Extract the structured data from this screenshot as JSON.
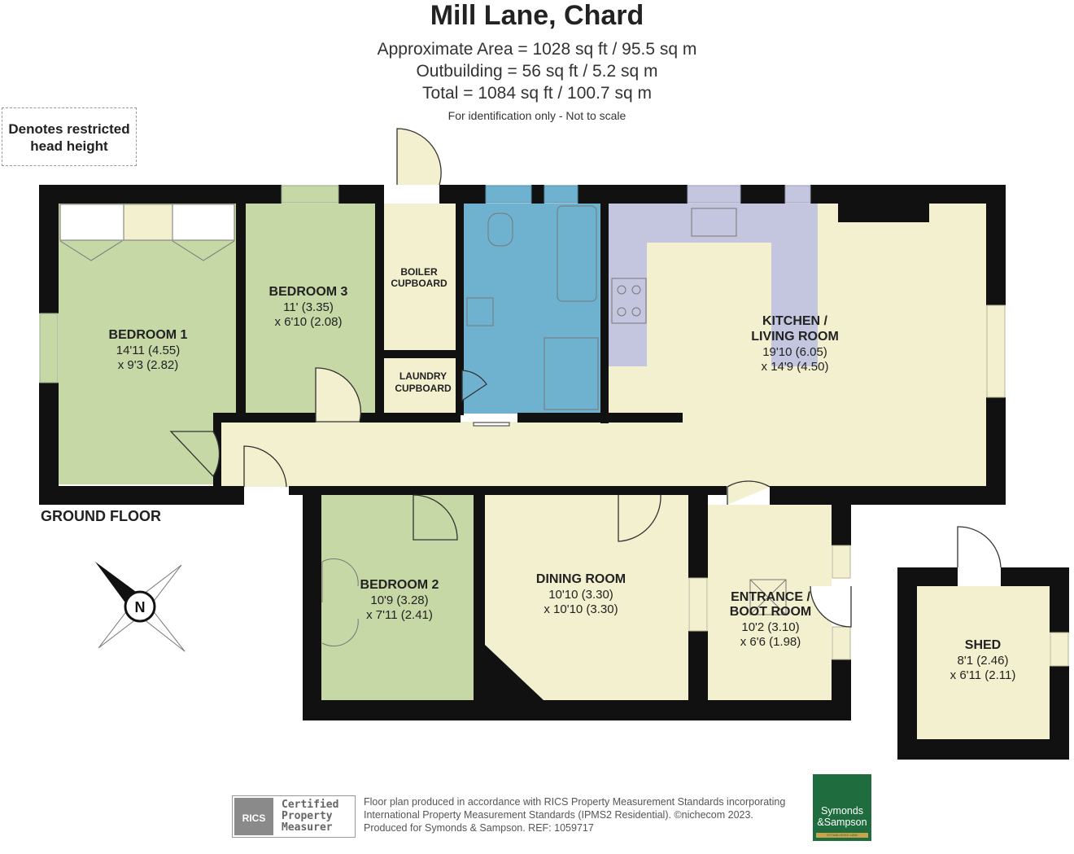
{
  "header": {
    "title": "Mill Lane, Chard",
    "area_lines": [
      "Approximate Area = 1028 sq ft / 95.5 sq m",
      "Outbuilding = 56 sq ft / 5.2 sq m",
      "Total = 1084 sq ft / 100.7 sq m"
    ],
    "note": "For identification only - Not to scale"
  },
  "legend": {
    "line1": "Denotes restricted",
    "line2": "head height"
  },
  "floor_label": "GROUND FLOOR",
  "rooms": {
    "bedroom1": {
      "name": "BEDROOM 1",
      "dim1": "14'11 (4.55)",
      "dim2": "x 9'3 (2.82)"
    },
    "bedroom3": {
      "name": "BEDROOM 3",
      "dim1": "11' (3.35)",
      "dim2": "x 6'10 (2.08)"
    },
    "boiler": {
      "line1": "BOILER",
      "line2": "CUPBOARD"
    },
    "laundry": {
      "line1": "LAUNDRY",
      "line2": "CUPBOARD"
    },
    "kitchen": {
      "line1": "KITCHEN /",
      "line2": "LIVING ROOM",
      "dim1": "19'10 (6.05)",
      "dim2": "x 14'9 (4.50)"
    },
    "bedroom2": {
      "name": "BEDROOM 2",
      "dim1": "10'9 (3.28)",
      "dim2": "x 7'11 (2.41)"
    },
    "dining": {
      "name": "DINING ROOM",
      "dim1": "10'10 (3.30)",
      "dim2": "x 10'10 (3.30)"
    },
    "entrance": {
      "line1": "ENTRANCE /",
      "line2": "BOOT ROOM",
      "dim1": "10'2 (3.10)",
      "dim2": "x 6'6 (1.98)"
    },
    "shed": {
      "name": "SHED",
      "dim1": "8'1 (2.46)",
      "dim2": "x 6'11 (2.11)"
    }
  },
  "compass": {
    "letter": "N",
    "icon": "compass-rose-icon"
  },
  "footer": {
    "line1": "Floor plan produced in accordance with RICS Property Measurement Standards incorporating",
    "line2": "International Property Measurement Standards (IPMS2 Residential).  ©nichecom 2023.",
    "line3": "Produced for Symonds & Sampson.    REF:  1059717",
    "rics_logo": "RICS",
    "rics_line1": "Certified",
    "rics_line2": "Property",
    "rics_line3": "Measurer",
    "brand_line1": "Symonds",
    "brand_line2": "&Sampson",
    "brand_tag": "ESTABLISHED 1858"
  },
  "colors": {
    "bedroom": "#c6d8a6",
    "living": "#f3f0cf",
    "bathroom": "#6fb2cf",
    "kitchen_units": "#c4c6df",
    "wall": "#111111",
    "brand": "#1f6d3e"
  }
}
